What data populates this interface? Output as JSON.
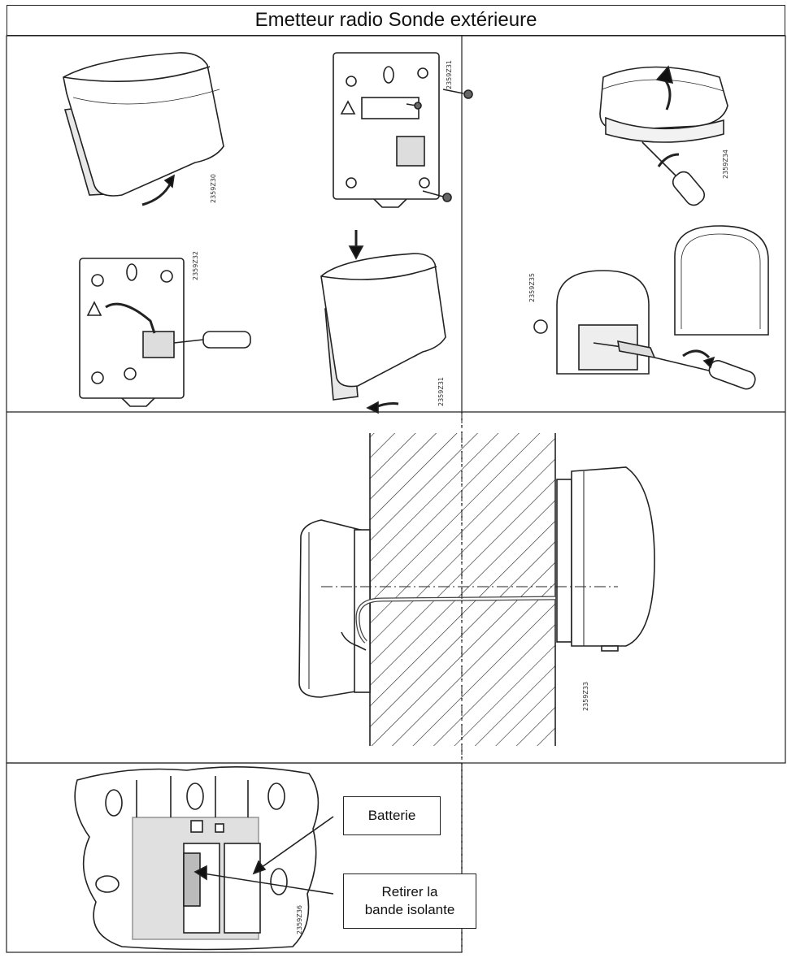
{
  "header": {
    "title": "Emetteur radio  Sonde extérieure"
  },
  "callouts": {
    "battery": "Batterie",
    "remove_strip_line1": "Retirer la",
    "remove_strip_line2": "bande isolante"
  },
  "figure_codes": {
    "fig1": "2359Z30",
    "fig2": "2359Z31",
    "fig3": "2359Z32",
    "fig4": "2359Z31",
    "fig5": "2359Z34",
    "fig6": "2359Z35",
    "fig7": "2359Z33",
    "fig8": "2359Z36"
  }
}
